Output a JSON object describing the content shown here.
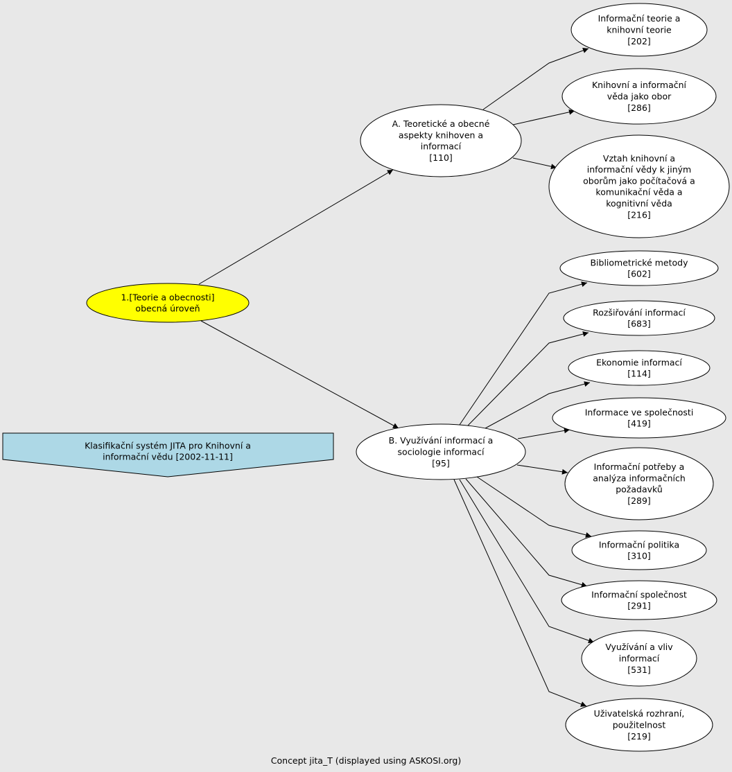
{
  "root": {
    "lines": [
      "1.[Teorie a obecnosti]",
      "obecná úroveň"
    ],
    "fill": "#ffff00"
  },
  "banner": {
    "lines": [
      "Klasifikační systém JITA pro Knihovní a",
      "informační vědu [2002-11-11]"
    ],
    "fill": "#add8e6"
  },
  "branches": [
    {
      "lines": [
        "A. Teoretické a obecné",
        "aspekty knihoven a",
        "informací",
        "[110]"
      ],
      "children": [
        {
          "lines": [
            "Informační teorie a",
            "knihovní teorie",
            "[202]"
          ]
        },
        {
          "lines": [
            "Knihovní a informační",
            "věda jako obor",
            "[286]"
          ]
        },
        {
          "lines": [
            "Vztah knihovní a",
            "informační vědy k jiným",
            "oborům jako počítačová a",
            "komunikační věda a",
            "kognitivní věda",
            "[216]"
          ]
        }
      ]
    },
    {
      "lines": [
        "B. Využívání informací a",
        "sociologie informací",
        "[95]"
      ],
      "children": [
        {
          "lines": [
            "Bibliometrické metody",
            "[602]"
          ]
        },
        {
          "lines": [
            "Rozšiřování informací",
            "[683]"
          ]
        },
        {
          "lines": [
            "Ekonomie informací",
            "[114]"
          ]
        },
        {
          "lines": [
            "Informace ve společnosti",
            "[419]"
          ]
        },
        {
          "lines": [
            "Informační potřeby a",
            "analýza informačních",
            "požadavků",
            "[289]"
          ]
        },
        {
          "lines": [
            "Informační politika",
            "[310]"
          ]
        },
        {
          "lines": [
            "Informační společnost",
            "[291]"
          ]
        },
        {
          "lines": [
            "Využívání a vliv",
            "informací",
            "[531]"
          ]
        },
        {
          "lines": [
            "Uživatelská rozhraní,",
            "použitelnost",
            "[219]"
          ]
        }
      ]
    }
  ],
  "footer": {
    "text": "Concept jita_T (displayed using ASKOSI.org)"
  },
  "colors": {
    "background": "#e8e8e8",
    "node": "#ffffff",
    "stroke": "#000000"
  }
}
